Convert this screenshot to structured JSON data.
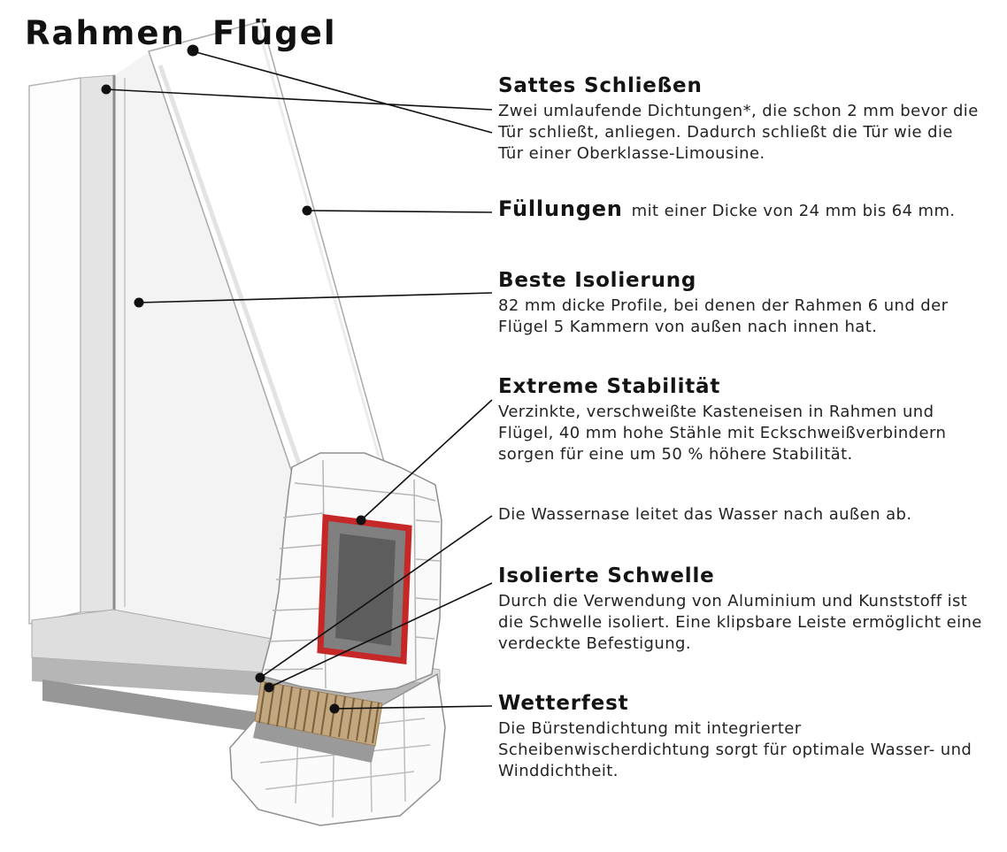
{
  "title": {
    "word1": "Rahmen",
    "word2": "Flügel"
  },
  "annotations": [
    {
      "id": "sattes-schliessen",
      "heading": "Sattes Schließen",
      "body": "Zwei umlaufende Dichtungen*, die schon 2 mm bevor die Tür schließt, anliegen. Dadurch schließt die Tür wie die Tür einer Oberklasse-Limousine."
    },
    {
      "id": "fuellungen",
      "heading": "Füllungen",
      "inline_body": "mit einer Dicke von 24 mm bis 64 mm."
    },
    {
      "id": "beste-isolierung",
      "heading": "Beste Isolierung",
      "body": "82 mm dicke Profile, bei denen der Rahmen 6 und der Flügel 5 Kammern von außen nach innen hat."
    },
    {
      "id": "extreme-stabilitaet",
      "heading": "Extreme Stabilität",
      "body": "Verzinkte, verschweißte Kasteneisen in Rahmen und Flügel, 40 mm hohe Stähle mit Eckschweißverbindern sorgen für eine um 50 % höhere Stabilität."
    },
    {
      "id": "wassernase",
      "body": "Die Wassernase leitet das Wasser nach außen ab."
    },
    {
      "id": "isolierte-schwelle",
      "heading": "Isolierte Schwelle",
      "body": "Durch die Verwendung von Aluminium und Kunststoff ist die Schwelle isoliert. Eine klipsbare Leiste ermöglicht eine verdeckte Befestigung."
    },
    {
      "id": "wetterfest",
      "heading": "Wetterfest",
      "body": "Die Bürstendichtung mit integrierter Scheibenwischerdichtung sorgt für optimale Wasser- und Winddichtheit."
    }
  ],
  "diagram": {
    "colors": {
      "steel_outline": "#c62828",
      "steel_fill": "#808080",
      "steel_inner": "#5d5d5d",
      "brush": "#c3a87f",
      "brush_stroke": "#7c6140",
      "leader": "#111111"
    }
  }
}
